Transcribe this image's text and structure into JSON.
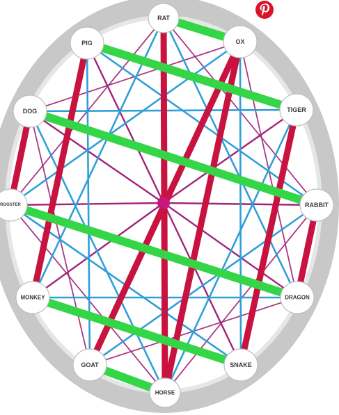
{
  "nodes": [
    {
      "id": "rat",
      "label": "RAT"
    },
    {
      "id": "ox",
      "label": "OX"
    },
    {
      "id": "tiger",
      "label": "TIGER"
    },
    {
      "id": "rabbit",
      "label": "RABBIT"
    },
    {
      "id": "dragon",
      "label": "DRAGON"
    },
    {
      "id": "snake",
      "label": "SNAKE"
    },
    {
      "id": "horse",
      "label": "HORSE"
    },
    {
      "id": "goat",
      "label": "GOAT"
    },
    {
      "id": "monkey",
      "label": "MONKEY"
    },
    {
      "id": "rooster",
      "label": "ROOSTER"
    },
    {
      "id": "dog",
      "label": "DOG"
    },
    {
      "id": "pig",
      "label": "PIG"
    }
  ],
  "colors": {
    "ring": "#c8c8c8",
    "inner_ring": "#e6e6e6",
    "node_fill": "#ffffff",
    "node_stroke": "#bdbdbd",
    "green": "#35d548",
    "crimson": "#c8123f",
    "blue": "#2f9fd8",
    "purple": "#a0237a",
    "center": "#c8167a",
    "pin_badge": "#d7142b"
  },
  "links": {
    "green": [
      [
        "rat",
        "ox"
      ],
      [
        "pig",
        "tiger"
      ],
      [
        "dog",
        "rabbit"
      ],
      [
        "rooster",
        "dragon"
      ],
      [
        "monkey",
        "snake"
      ],
      [
        "goat",
        "horse"
      ]
    ],
    "crimson": [
      [
        "rat",
        "horse"
      ],
      [
        "ox",
        "goat"
      ],
      [
        "pig",
        "monkey"
      ],
      [
        "ox",
        "horse"
      ],
      [
        "rabbit",
        "dragon"
      ],
      [
        "dog",
        "rooster"
      ],
      [
        "tiger",
        "snake"
      ]
    ],
    "blue": [
      [
        "rat",
        "dragon"
      ],
      [
        "rat",
        "monkey"
      ],
      [
        "dragon",
        "monkey"
      ],
      [
        "ox",
        "snake"
      ],
      [
        "ox",
        "rooster"
      ],
      [
        "snake",
        "rooster"
      ],
      [
        "tiger",
        "horse"
      ],
      [
        "tiger",
        "dog"
      ],
      [
        "horse",
        "dog"
      ],
      [
        "rabbit",
        "goat"
      ],
      [
        "rabbit",
        "pig"
      ],
      [
        "goat",
        "pig"
      ]
    ],
    "purple_spokes": true
  },
  "brand_icon": "pinterest-icon"
}
